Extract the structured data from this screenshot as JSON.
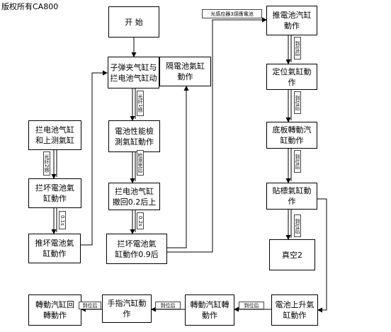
{
  "header": {
    "copyright": "版权所有CA800"
  },
  "nodes": {
    "start": "开 始",
    "clamp": "子弹夹气缸与\n拦电池气缸动",
    "isolate": "隔電池氣缸\n動作",
    "push": "推電池汽缸\n動作",
    "position": "定位氣缸動\n作",
    "base": "底板轉動汽\n缸動作",
    "label": "貼標氣缸動\n作",
    "vacuum": "真空2",
    "rise": "電池上升氣\n缸動作",
    "rotate": "轉動汽缸轉\n動作",
    "finger": "手指汽缸動作",
    "rotate_back": "轉動汽缸回\n轉動作",
    "test": "電池性能檢\n測氣缸動作",
    "retract": "拦电池气缸\n撤回0.2后上",
    "stop_bad": "拦坏電池氣\n缸動作0.9后",
    "block_measure": "拦电池气缸\n和上测氣缸",
    "stop_bad_left": "拦坏電池氣\n缸動作",
    "push_bad": "推坏電池氣\n缸動作"
  },
  "edge_labels": {
    "sensor": "光感应器3感應電池",
    "arrive_1": "到位后",
    "arrive_2": "到位后",
    "arrive_3": "到位后",
    "arrive_4": "到位后",
    "arrive_5": "到位后",
    "arrive_6": "到位后",
    "arrive_7": "到位后",
    "fiber_1": "光纤1感",
    "fiber_2": "光纤2感",
    "detect": "检测完后",
    "delay_1": "0.1s",
    "delay_2": "0.2s"
  }
}
